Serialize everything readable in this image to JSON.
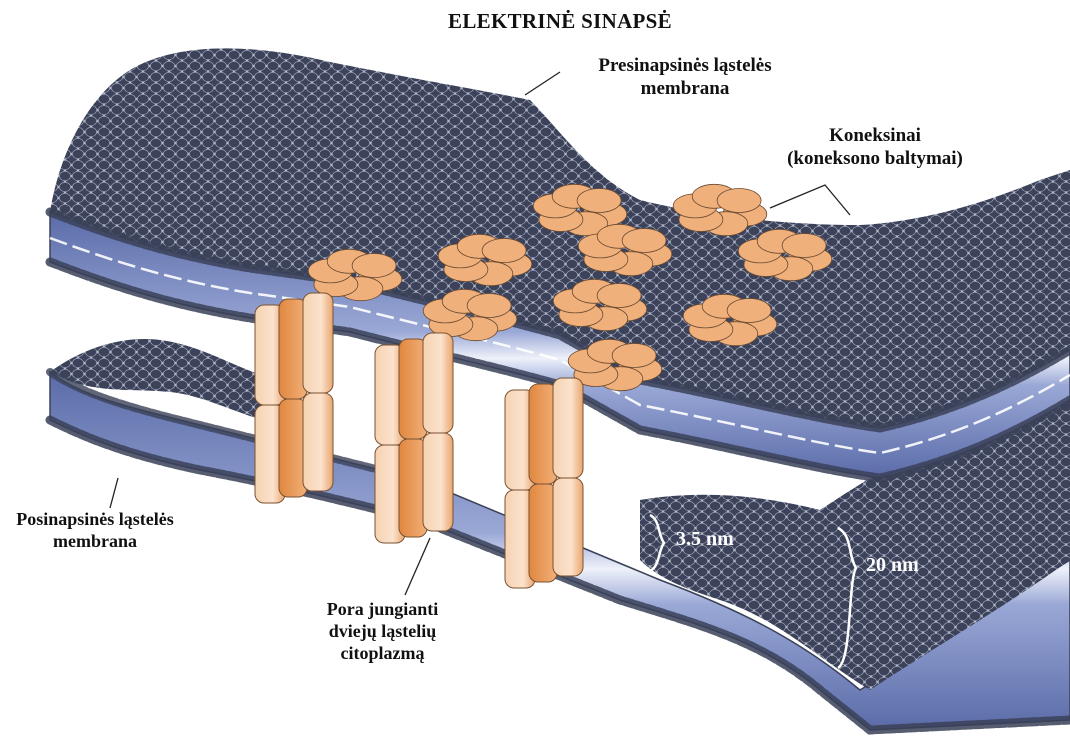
{
  "title": "ELEKTRINĖ SINAPSĖ",
  "labels": {
    "presynaptic_line1": "Presinapsinės ląstelės",
    "presynaptic_line2": "membrana",
    "connexins_line1": "Koneksinai",
    "connexins_line2": "(koneksono baltymai)",
    "postsynaptic_line1": "Posinapsinės ląstelės",
    "postsynaptic_line2": "membrana",
    "pore_line1": "Pora jungianti",
    "pore_line2": "dviejų ląstelių",
    "pore_line3": "citoplazmą"
  },
  "dimensions": {
    "small_gap": "3.5 nm",
    "total": "20 nm"
  },
  "colors": {
    "lipid_head": "#3a4158",
    "lipid_outline": "#c9cdd8",
    "membrane_core": "#7c8cc4",
    "membrane_highlight": "#e8ecf7",
    "connexin": "#f0b07c",
    "connexin_light": "#f8d4b6",
    "connexin_dark": "#e08a48"
  }
}
